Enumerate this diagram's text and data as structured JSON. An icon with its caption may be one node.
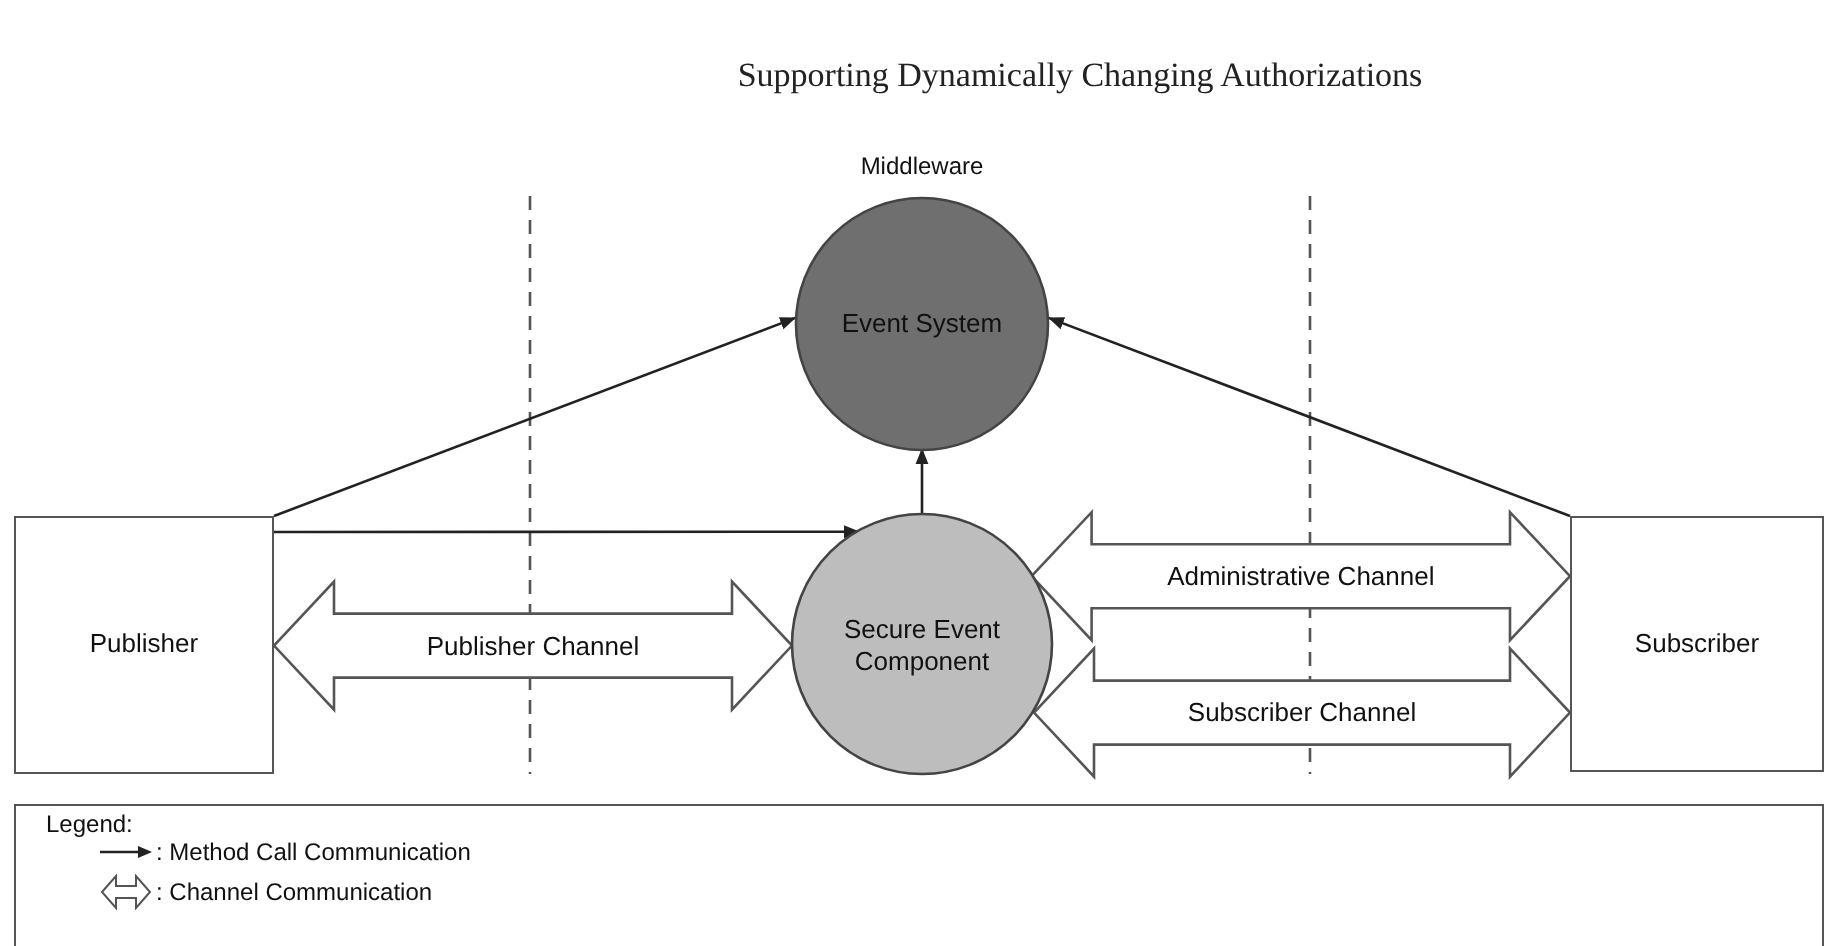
{
  "diagram": {
    "title": "Supporting Dynamically Changing Authorizations",
    "nodes": [
      {
        "text": [
          "Middleware",
          "Event System"
        ]
      },
      {
        "text": [
          "Publisher"
        ]
      },
      {
        "text": [
          "Secure Event Component"
        ]
      },
      {
        "text": [
          "Subscriber"
        ]
      }
    ],
    "edges": [
      {
        "from": 1,
        "to": 0,
        "arrow": "to"
      },
      {
        "from": 1,
        "to": 2,
        "arrow": "to"
      },
      {
        "from": 2,
        "to": 0,
        "arrow": "to"
      },
      {
        "from": 3,
        "to": 0,
        "arrow": "to"
      },
      {
        "from": 1,
        "to": 2,
        "arrow": "both",
        "style": "thick",
        "label": "Publisher Channel"
      },
      {
        "from": 2,
        "to": 3,
        "arrow": "both",
        "style": "thick",
        "label": "Administrative Channel"
      },
      {
        "from": 2,
        "to": 3,
        "arrow": "both",
        "style": "thick",
        "label": "Subscriber Channel"
      }
    ],
    "labels": [
      "Legend:"
    ],
    "legend": [
      {
        "text": ": Method Call Communication"
      },
      {
        "text": ": Channel Communication"
      }
    ]
  }
}
